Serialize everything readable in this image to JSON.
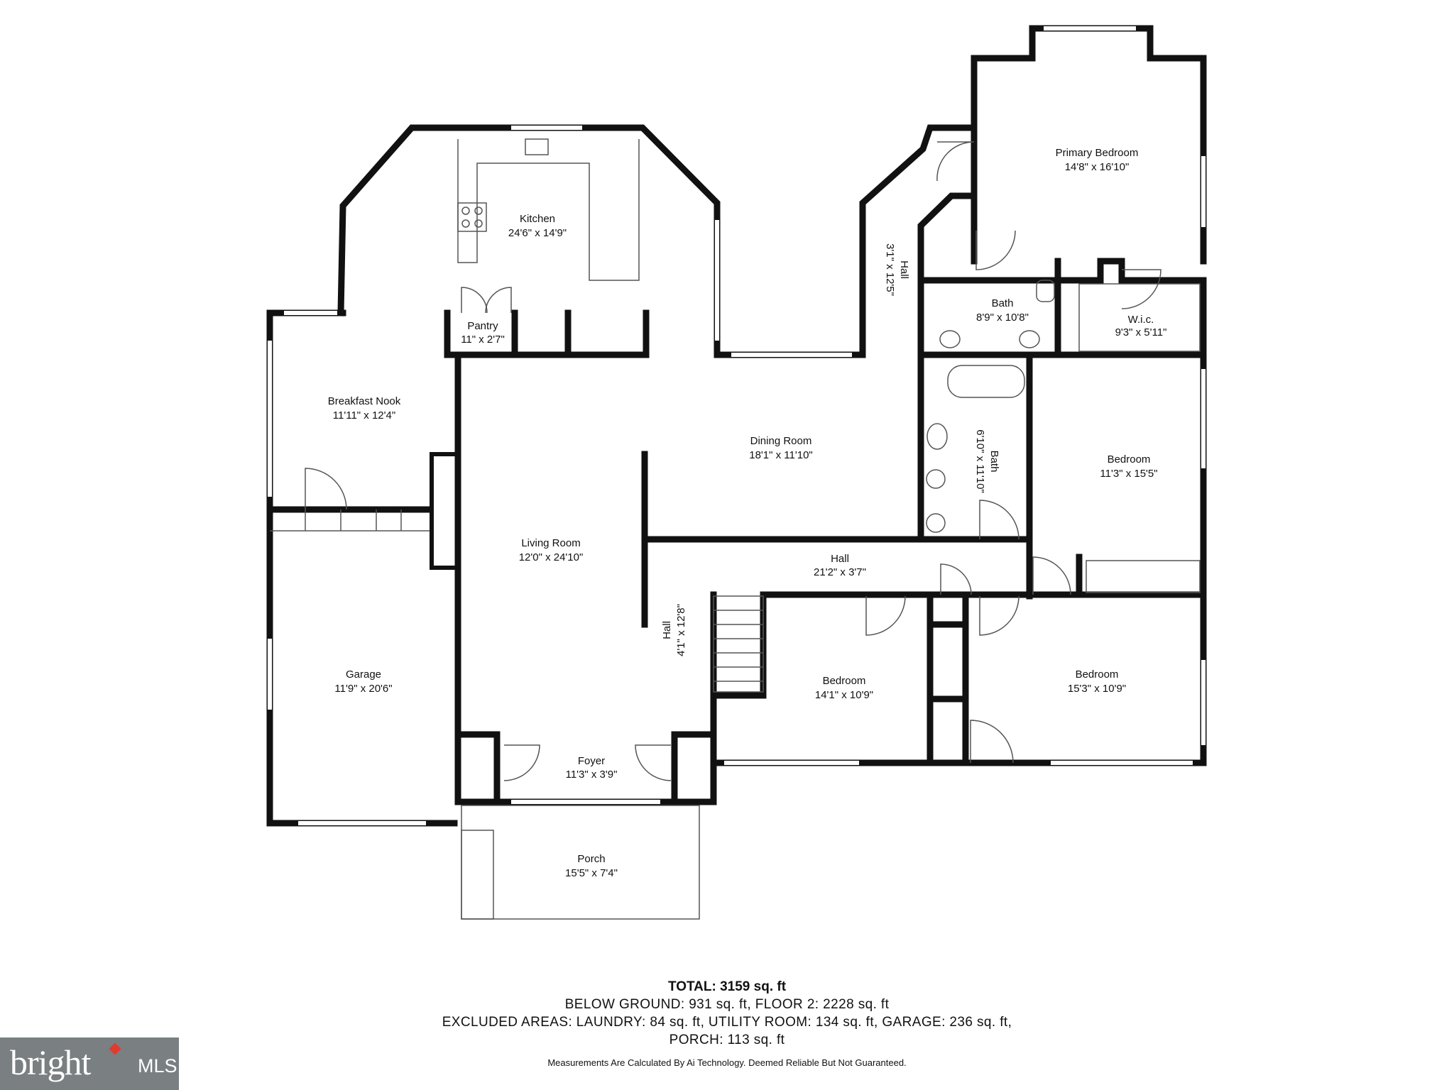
{
  "rooms": {
    "kitchen": {
      "name": "Kitchen",
      "dim": "24'6\" x 14'9\""
    },
    "pantry": {
      "name": "Pantry",
      "dim": "11\" x 2'7\""
    },
    "nook": {
      "name": "Breakfast Nook",
      "dim": "11'11\" x 12'4\""
    },
    "garage": {
      "name": "Garage",
      "dim": "11'9\" x 20'6\""
    },
    "living": {
      "name": "Living Room",
      "dim": "12'0\" x 24'10\""
    },
    "dining": {
      "name": "Dining Room",
      "dim": "18'1\" x 11'10\""
    },
    "hall_main": {
      "name": "Hall",
      "dim": "21'2\" x 3'7\""
    },
    "hall_v": {
      "name": "Hall",
      "dim": "4'1\" x 12'8\""
    },
    "hall_top": {
      "name": "Hall",
      "dim": "3'1\" x 12'5\""
    },
    "foyer": {
      "name": "Foyer",
      "dim": "11'3\" x 3'9\""
    },
    "porch": {
      "name": "Porch",
      "dim": "15'5\" x 7'4\""
    },
    "primary": {
      "name": "Primary Bedroom",
      "dim": "14'8\" x 16'10\""
    },
    "bath1": {
      "name": "Bath",
      "dim": "8'9\" x 10'8\""
    },
    "wic": {
      "name": "W.i.c.",
      "dim": "9'3\" x 5'11\""
    },
    "bath2": {
      "name": "Bath",
      "dim": "6'10\" x 11'10\""
    },
    "bed_e": {
      "name": "Bedroom",
      "dim": "11'3\" x 15'5\""
    },
    "bed_m": {
      "name": "Bedroom",
      "dim": "14'1\" x 10'9\""
    },
    "bed_se": {
      "name": "Bedroom",
      "dim": "15'3\" x 10'9\""
    }
  },
  "summary": {
    "total": "TOTAL: 3159 sq. ft",
    "line1": "BELOW GROUND: 931 sq. ft, FLOOR 2: 2228 sq. ft",
    "line2": "EXCLUDED AREAS: LAUNDRY: 84 sq. ft, UTILITY ROOM: 134 sq. ft, GARAGE: 236 sq. ft,",
    "line3": "PORCH: 113 sq. ft",
    "disclaimer": "Measurements Are Calculated By Ai Technology. Deemed Reliable But Not Guaranteed."
  },
  "logo": {
    "brand": "bright",
    "suffix": "MLS",
    "accent": "#e23a2e",
    "background": "#7a7f82"
  },
  "colors": {
    "wall": "#111111",
    "fixture": "#555555"
  }
}
